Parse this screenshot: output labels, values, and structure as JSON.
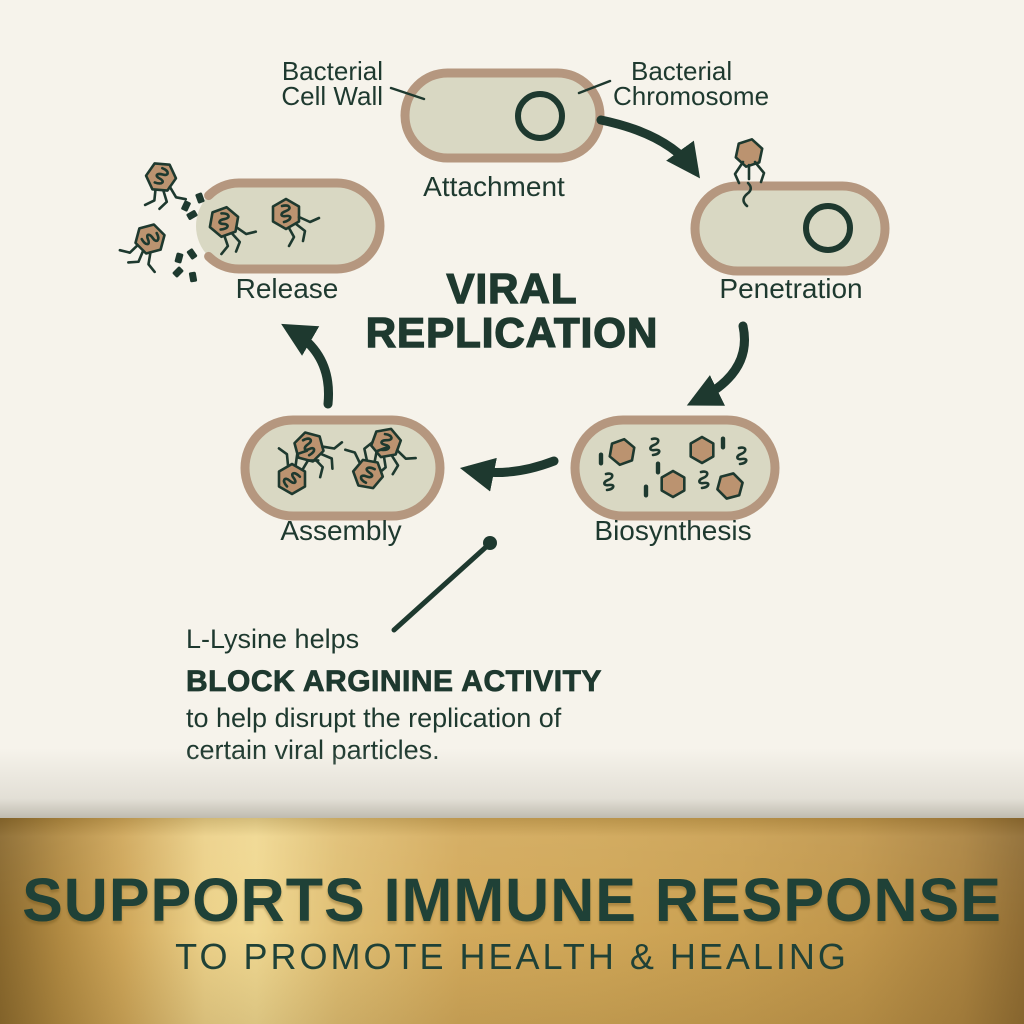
{
  "colors": {
    "background": "#f6f3eb",
    "cell_fill": "#d9d8c3",
    "cell_wall": "#b5977f",
    "dark": "#1e392f",
    "phage": "#bb9370",
    "banner_text": "#1f4137",
    "gold_left": "#8a692e",
    "gold_bright": "#f0d891",
    "gold_mid": "#d0a758",
    "gold_right": "#8f6c33"
  },
  "diagram": {
    "title": [
      "VIRAL",
      "REPLICATION"
    ],
    "labels": {
      "cell_wall": [
        "Bacterial",
        "Cell Wall"
      ],
      "chromosome": [
        "Bacterial",
        "Chromosome"
      ]
    },
    "stages": [
      {
        "id": "attachment",
        "label": "Attachment"
      },
      {
        "id": "penetration",
        "label": "Penetration"
      },
      {
        "id": "biosynthesis",
        "label": "Biosynthesis"
      },
      {
        "id": "assembly",
        "label": "Assembly"
      },
      {
        "id": "release",
        "label": "Release"
      }
    ],
    "annotation": {
      "intro": "L-Lysine helps",
      "emphasis": "BLOCK ARGININE ACTIVITY",
      "body": [
        "to help disrupt the replication of",
        "certain viral particles."
      ]
    }
  },
  "banner": {
    "headline": "SUPPORTS IMMUNE RESPONSE",
    "subheadline": "TO PROMOTE HEALTH & HEALING"
  }
}
